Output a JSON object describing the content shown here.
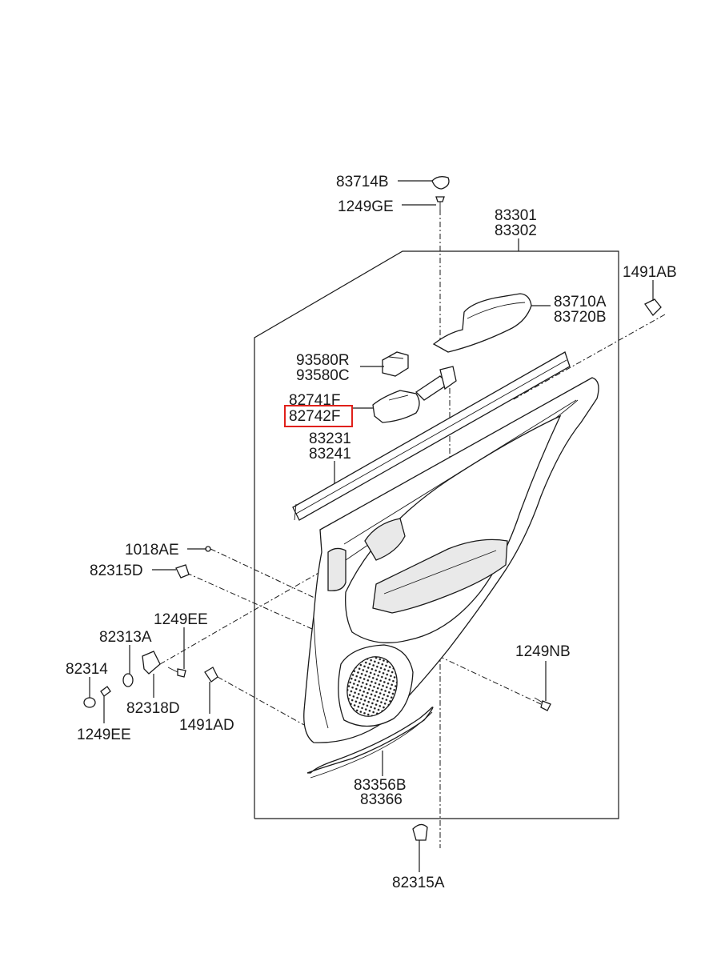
{
  "diagram": {
    "labels": {
      "l_83714B": "83714B",
      "l_1249GE": "1249GE",
      "l_83301": "83301",
      "l_83302": "83302",
      "l_1491AB": "1491AB",
      "l_83710A": "83710A",
      "l_83720B": "83720B",
      "l_93580R": "93580R",
      "l_93580C": "93580C",
      "l_82741F": "82741F",
      "l_82742F": "82742F",
      "l_83231": "83231",
      "l_83241": "83241",
      "l_1018AE": "1018AE",
      "l_82315D": "82315D",
      "l_1249EE_a": "1249EE",
      "l_82313A": "82313A",
      "l_82314": "82314",
      "l_82318D": "82318D",
      "l_1249EE_b": "1249EE",
      "l_1491AD": "1491AD",
      "l_1249NB": "1249NB",
      "l_83356B": "83356B",
      "l_83366": "83366",
      "l_82315A": "82315A"
    },
    "highlighted_part": "82742F",
    "highlight_color": "#e0201a",
    "line_color": "#1a1a1a"
  }
}
